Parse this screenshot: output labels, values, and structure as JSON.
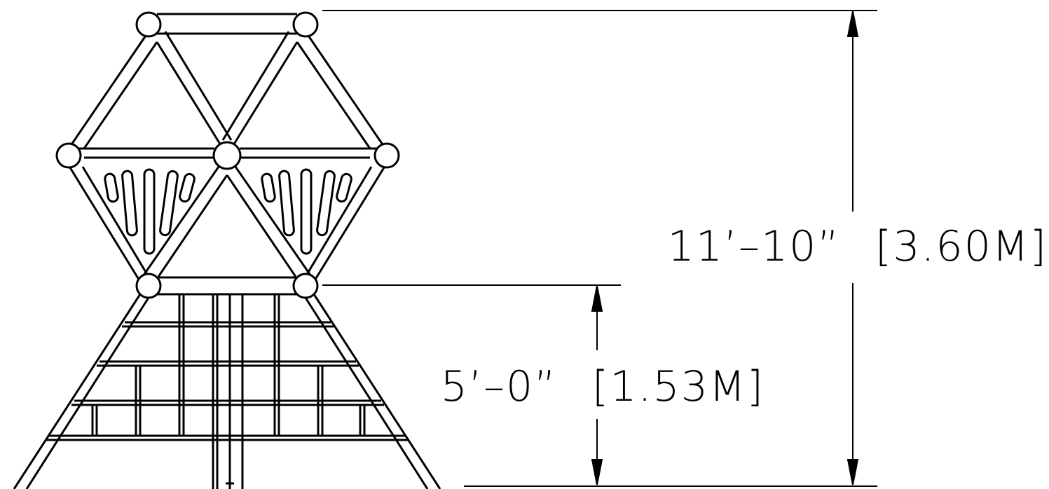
{
  "dimensions": {
    "total_height": {
      "imperial": "11’–10”",
      "metric": "[3.60M]"
    },
    "platform_height": {
      "imperial": "5’–0”",
      "metric": "[1.53M]"
    }
  },
  "colors": {
    "line": "#000000",
    "background": "#ffffff"
  }
}
